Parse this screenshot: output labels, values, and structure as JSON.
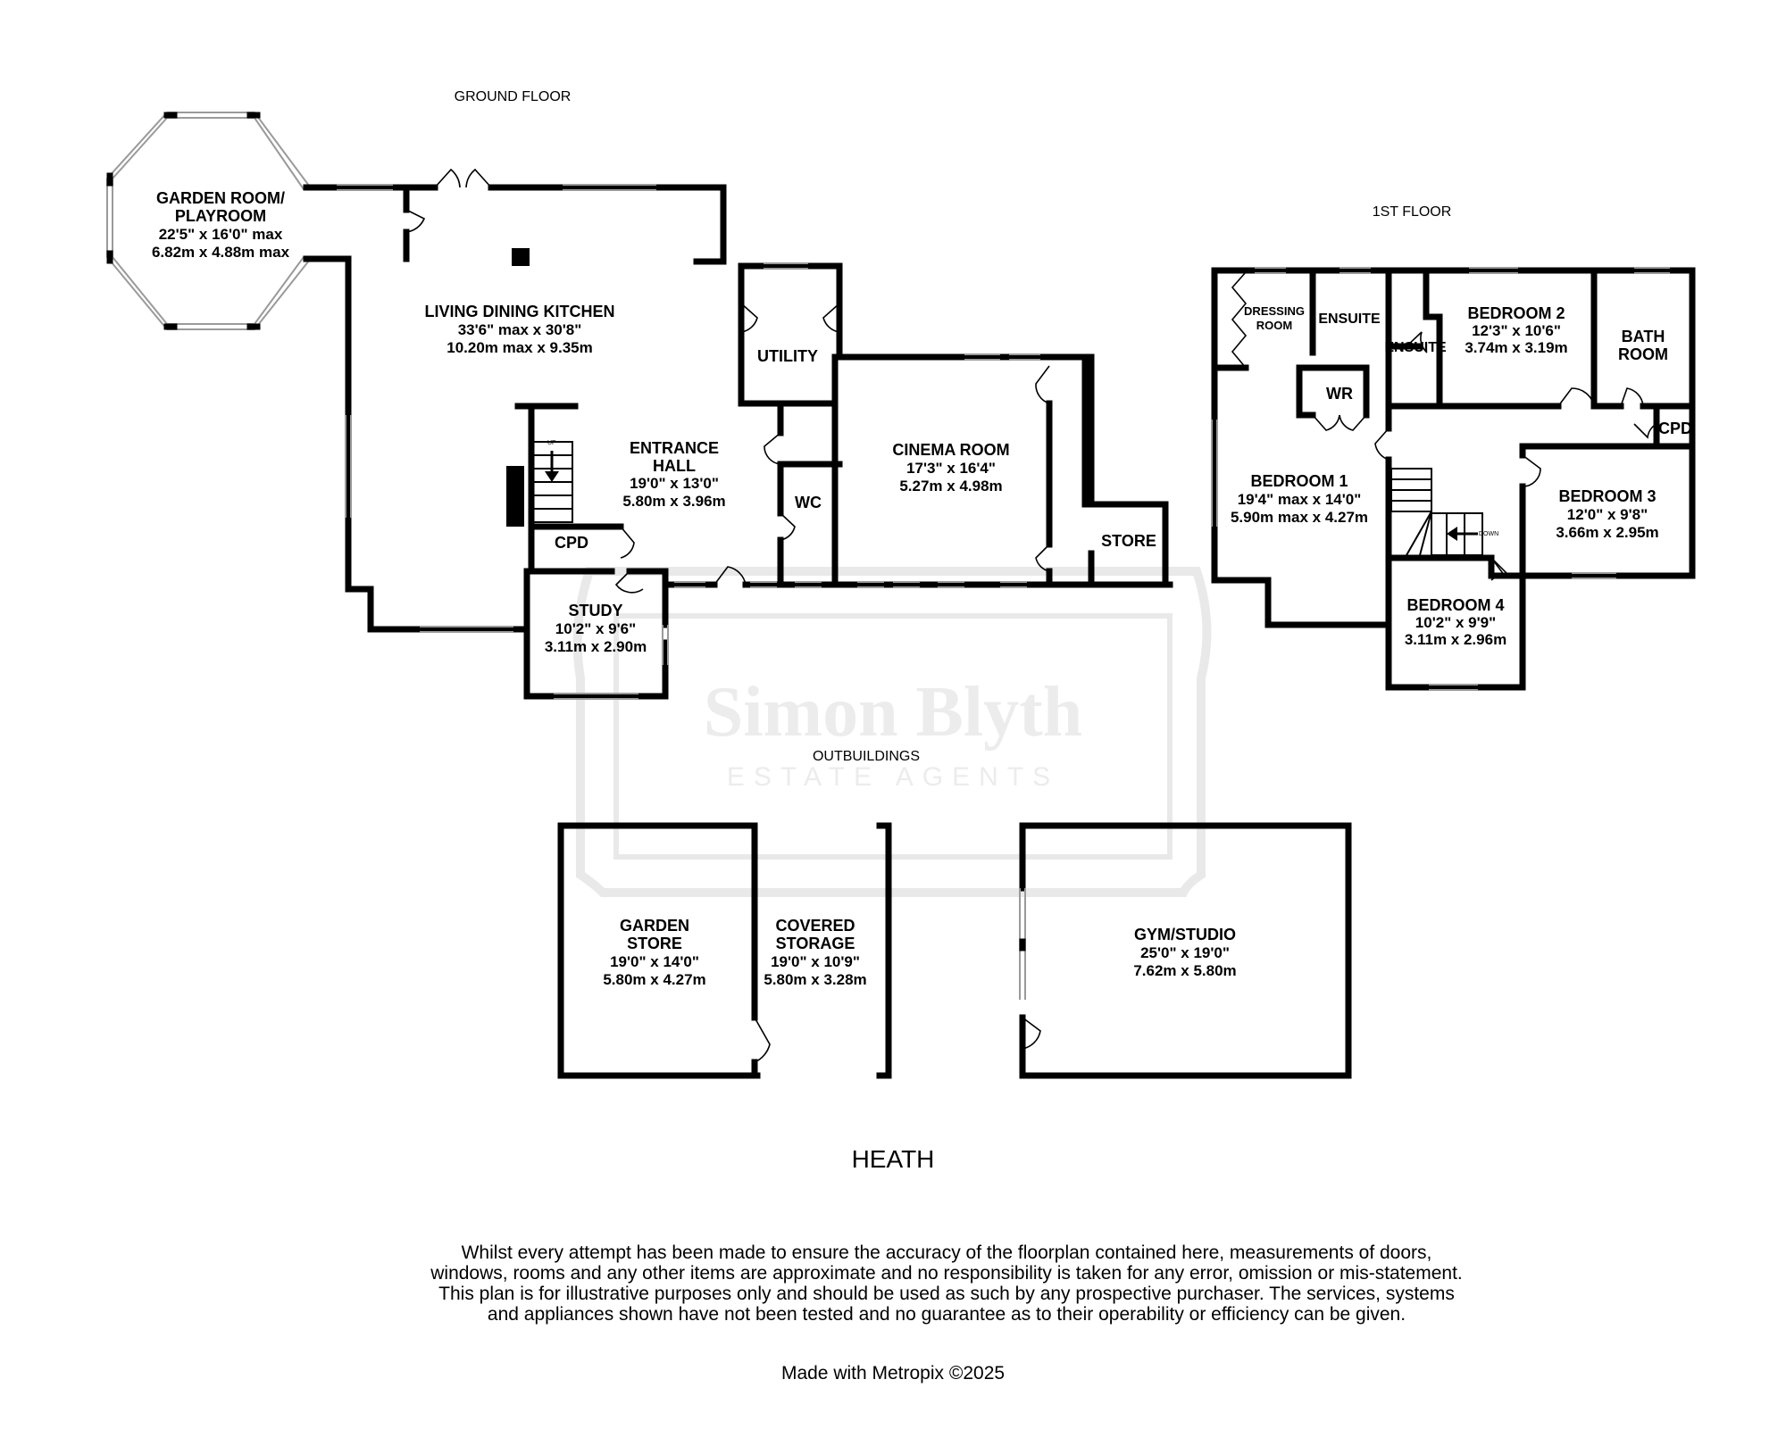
{
  "floors": {
    "ground": "GROUND FLOOR",
    "first": "1ST FLOOR",
    "outbuildings": "OUTBUILDINGS"
  },
  "rooms": {
    "garden_room": {
      "name1": "GARDEN ROOM/",
      "name2": "PLAYROOM",
      "dim1": "22'5\"  x 16'0\" max",
      "dim2": "6.82m  x 4.88m max"
    },
    "living_kitchen": {
      "name": "LIVING DINING KITCHEN",
      "dim1": "33'6\" max x 30'8\"",
      "dim2": "10.20m max x 9.35m"
    },
    "utility": {
      "name": "UTILITY"
    },
    "entrance_hall": {
      "name1": "ENTRANCE",
      "name2": "HALL",
      "dim1": "19'0\"  x 13'0\"",
      "dim2": "5.80m  x 3.96m"
    },
    "wc": {
      "name": "WC"
    },
    "cpd_ground": {
      "name": "CPD"
    },
    "cinema_room": {
      "name": "CINEMA ROOM",
      "dim1": "17'3\"  x 16'4\"",
      "dim2": "5.27m  x 4.98m"
    },
    "store": {
      "name": "STORE"
    },
    "study": {
      "name": "STUDY",
      "dim1": "10'2\"  x 9'6\"",
      "dim2": "3.11m  x 2.90m"
    },
    "dressing_room": {
      "name1": "DRESSING",
      "name2": "ROOM"
    },
    "ensuite_1": {
      "name": "ENSUITE"
    },
    "ensuite_2": {
      "name": "ENSUITE"
    },
    "bedroom_2": {
      "name": "BEDROOM 2",
      "dim1": "12'3\"  x 10'6\"",
      "dim2": "3.74m  x 3.19m"
    },
    "bathroom": {
      "name1": "BATH",
      "name2": "ROOM"
    },
    "wr": {
      "name": "WR"
    },
    "cpd_first": {
      "name": "CPD"
    },
    "bedroom_1": {
      "name": "BEDROOM 1",
      "dim1": "19'4\" max x 14'0\"",
      "dim2": "5.90m max x 4.27m"
    },
    "bedroom_3": {
      "name": "BEDROOM 3",
      "dim1": "12'0\"  x 9'8\"",
      "dim2": "3.66m  x 2.95m"
    },
    "bedroom_4": {
      "name": "BEDROOM 4",
      "dim1": "10'2\"  x 9'9\"",
      "dim2": "3.11m  x 2.96m"
    },
    "garden_store": {
      "name1": "GARDEN",
      "name2": "STORE",
      "dim1": "19'0\"  x 14'0\"",
      "dim2": "5.80m  x 4.27m"
    },
    "covered_storage": {
      "name1": "COVERED",
      "name2": "STORAGE",
      "dim1": "19'0\"  x 10'9\"",
      "dim2": "5.80m  x 3.28m"
    },
    "gym_studio": {
      "name": "GYM/STUDIO",
      "dim1": "25'0\"  x 19'0\"",
      "dim2": "7.62m  x 5.80m"
    }
  },
  "stairs": {
    "up": "UP",
    "down": "DOWN"
  },
  "watermark": {
    "name": "Simon Blyth",
    "sub": "ESTATE AGENTS"
  },
  "caption": "HEATH",
  "disclaimer": "Whilst every attempt has been made to ensure the accuracy of the floorplan contained here, measurements of doors, windows, rooms and any other items are approximate and no responsibility is taken for any error, omission or mis-statement. This plan is for illustrative purposes only and should be used as such by any prospective purchaser. The services, systems and appliances shown have not been tested and no guarantee as to their operability or efficiency can be given.",
  "made_with": "Made with Metropix ©2025"
}
